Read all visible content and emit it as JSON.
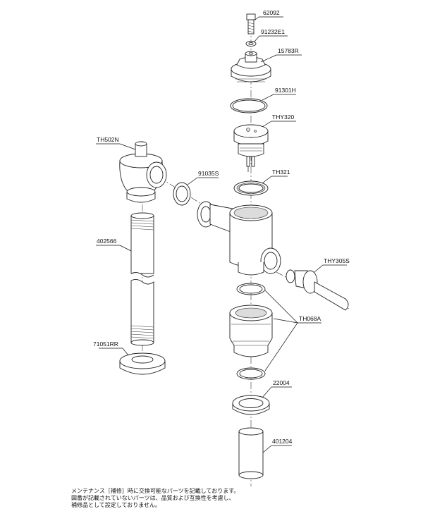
{
  "labels": {
    "l62092": "62092",
    "l91232E1": "91232E1",
    "l15783R": "15783R",
    "l91301H": "91301H",
    "lTHY320": "THY320",
    "lTH502N": "TH502N",
    "l91035S": "91035S",
    "lTH321": "TH321",
    "l402566": "402566",
    "lTHY305S": "THY305S",
    "lTH068A": "TH068A",
    "l71051RR": "71051RR",
    "l22004": "22004",
    "l401204": "401204"
  },
  "note": {
    "line1": "メンテナンス［補修］時に交換可能なパーツを記載しております。",
    "line2": "図番が記載されていないパーツは、品質および互換性を考慮し、",
    "line3": "補修品として設定しておりません。"
  }
}
